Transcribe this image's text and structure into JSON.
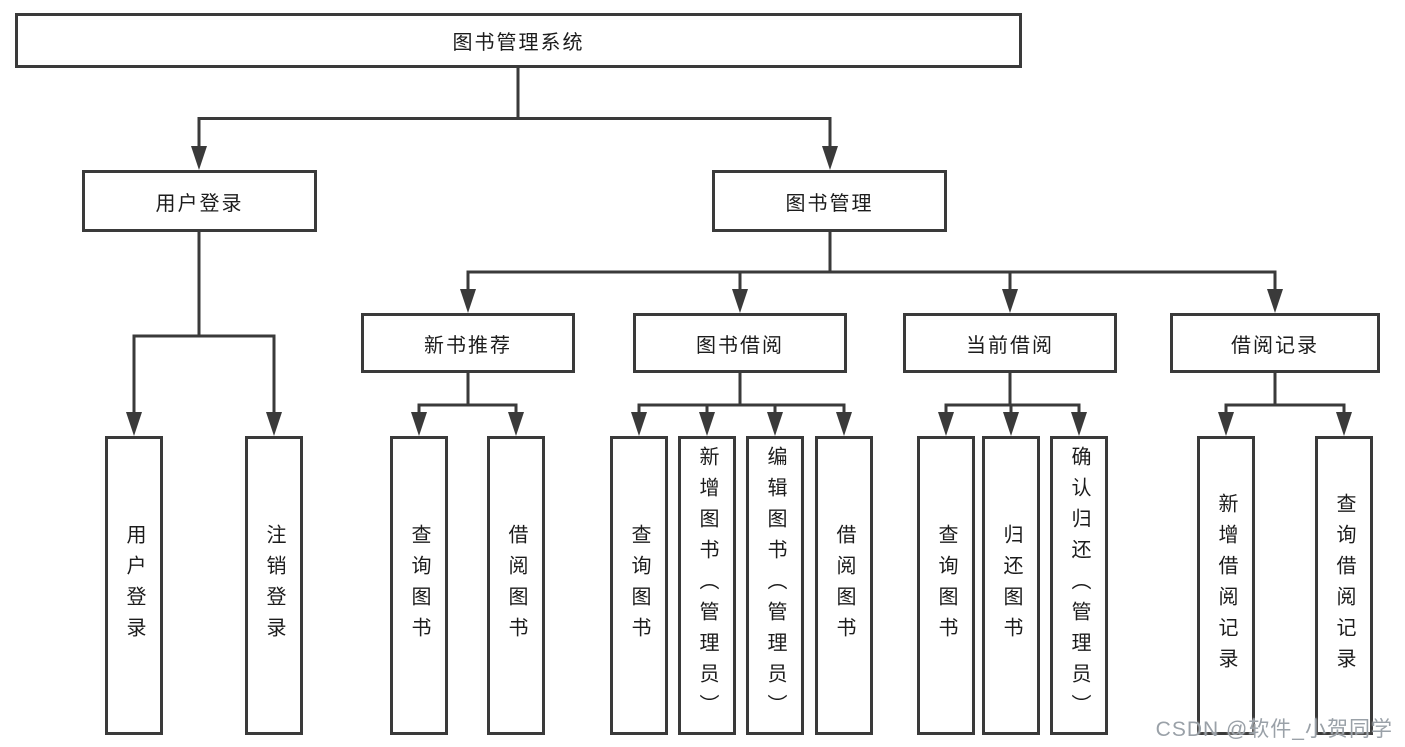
{
  "diagram": {
    "root": "图书管理系统",
    "level2": [
      "用户登录",
      "图书管理"
    ],
    "level3": [
      "新书推荐",
      "图书借阅",
      "当前借阅",
      "借阅记录"
    ],
    "leaves": {
      "login": [
        "用户登录",
        "注销登录"
      ],
      "recommend": [
        "查询图书",
        "借阅图书"
      ],
      "borrow": [
        "查询图书",
        "新增图书（管理员）",
        "编辑图书（管理员）",
        "借阅图书"
      ],
      "current": [
        "查询图书",
        "归还图书",
        "确认归还（管理员）"
      ],
      "records": [
        "新增借阅记录",
        "查询借阅记录"
      ]
    }
  },
  "watermark": "CSDN @软件_小贺同学",
  "colors": {
    "line": "#3a3a3a",
    "text": "#1c1c1c",
    "background": "#ffffff",
    "watermark": "#9aa1a8"
  }
}
